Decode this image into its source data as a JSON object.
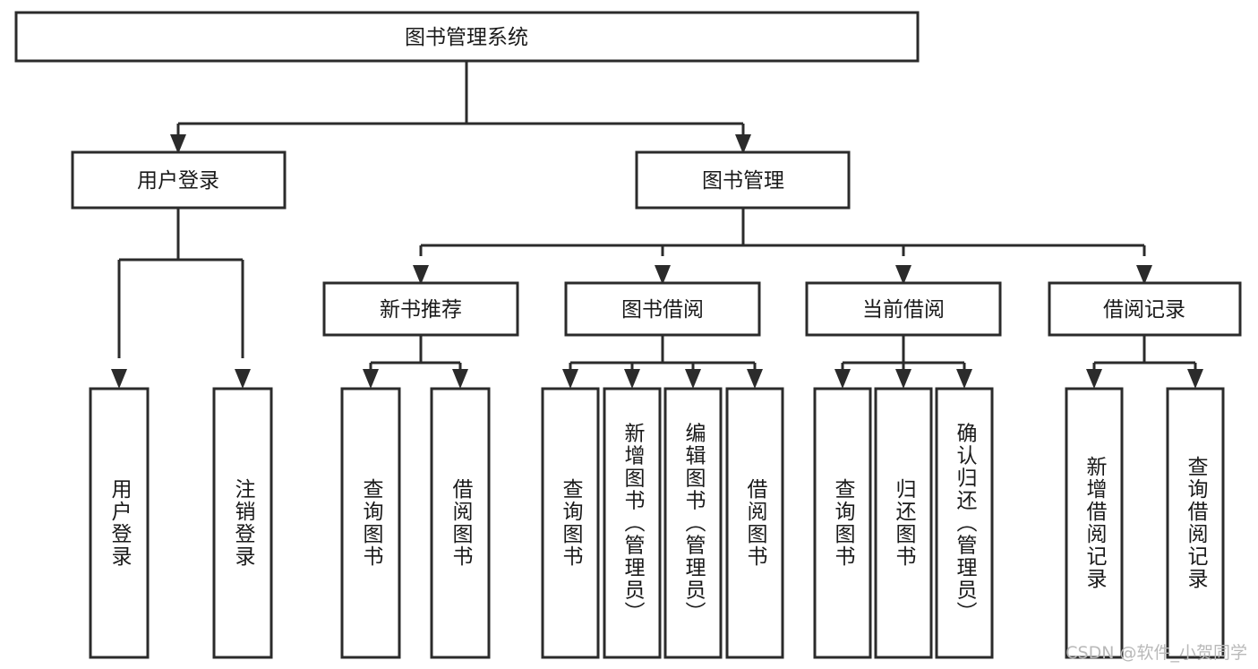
{
  "diagram": {
    "title": "图书管理系统",
    "watermark": "CSDN @软件_小贺同学",
    "style": {
      "background": "#ffffff",
      "box_fill": "#ffffff",
      "box_stroke": "#2b2b2b",
      "text_color": "#1a1a1a",
      "watermark_color": "#b9b9b9"
    },
    "levels": {
      "root": "图书管理系统",
      "level2": [
        "用户登录",
        "图书管理"
      ],
      "level3": [
        "新书推荐",
        "图书借阅",
        "当前借阅",
        "借阅记录"
      ],
      "level4_groups": [
        {
          "parent": "用户登录",
          "children": [
            "用户登录",
            "注销登录"
          ]
        },
        {
          "parent": "新书推荐",
          "children": [
            "查询图书",
            "借阅图书"
          ]
        },
        {
          "parent": "图书借阅",
          "children": [
            "查询图书",
            "新增图书（管理员）",
            "编辑图书（管理员）",
            "借阅图书"
          ]
        },
        {
          "parent": "当前借阅",
          "children": [
            "查询图书",
            "归还图书",
            "确认归还（管理员）"
          ]
        },
        {
          "parent": "借阅记录",
          "children": [
            "新增借阅记录",
            "查询借阅记录"
          ]
        }
      ]
    },
    "nodes": {
      "root": {
        "label": "图书管理系统"
      },
      "user_login": {
        "label": "用户登录"
      },
      "book_manage": {
        "label": "图书管理"
      },
      "new_book_rec": {
        "label": "新书推荐"
      },
      "book_borrow": {
        "label": "图书借阅"
      },
      "current_borrow": {
        "label": "当前借阅"
      },
      "borrow_record": {
        "label": "借阅记录"
      },
      "leaf_user_login": {
        "label": "用户登录"
      },
      "leaf_logout": {
        "label": "注销登录"
      },
      "leaf_query_book_a": {
        "label": "查询图书"
      },
      "leaf_borrow_book_a": {
        "label": "借阅图书"
      },
      "leaf_query_book_b": {
        "label": "查询图书"
      },
      "leaf_add_book": {
        "label": "新增图书（管理员）"
      },
      "leaf_edit_book": {
        "label": "编辑图书（管理员）"
      },
      "leaf_borrow_book_b": {
        "label": "借阅图书"
      },
      "leaf_query_book_c": {
        "label": "查询图书"
      },
      "leaf_return_book": {
        "label": "归还图书"
      },
      "leaf_confirm_return": {
        "label": "确认归还（管理员）"
      },
      "leaf_add_record": {
        "label": "新增借阅记录"
      },
      "leaf_query_record": {
        "label": "查询借阅记录"
      }
    }
  }
}
